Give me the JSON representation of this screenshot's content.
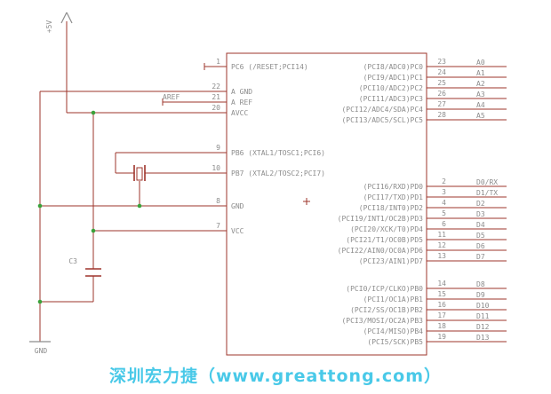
{
  "power": {
    "plus5v": "+5V",
    "gnd": "GND"
  },
  "nets": {
    "aref": "AREF"
  },
  "components": {
    "capacitor": "C3"
  },
  "colors": {
    "wire": "#9E342B",
    "text": "#8C8C8C",
    "junction": "#3AA23A",
    "watermark": "#49C9E8"
  },
  "ic": {
    "left_pins": [
      {
        "number": "1",
        "name": "PC6 (/RESET;PCI14)"
      },
      {
        "number": "22",
        "name": "A GND"
      },
      {
        "number": "21",
        "name": "A REF"
      },
      {
        "number": "20",
        "name": "AVCC"
      },
      {
        "number": "9",
        "name": "PB6 (XTAL1/TOSC1;PCI6)"
      },
      {
        "number": "10",
        "name": "PB7 (XTAL2/TOSC2;PCI7)"
      },
      {
        "number": "8",
        "name": "GND"
      },
      {
        "number": "7",
        "name": "VCC"
      }
    ],
    "right_pins": [
      {
        "number": "23",
        "name": "(PCI8/ADC0)PC0",
        "net": "A0"
      },
      {
        "number": "24",
        "name": "(PCI9/ADC1)PC1",
        "net": "A1"
      },
      {
        "number": "25",
        "name": "(PCI10/ADC2)PC2",
        "net": "A2"
      },
      {
        "number": "26",
        "name": "(PCI11/ADC3)PC3",
        "net": "A3"
      },
      {
        "number": "27",
        "name": "(PCI12/ADC4/SDA)PC4",
        "net": "A4"
      },
      {
        "number": "28",
        "name": "(PCI13/ADC5/SCL)PC5",
        "net": "A5"
      },
      {
        "number": "2",
        "name": "(PCI16/RXD)PD0",
        "net": "D0/RX"
      },
      {
        "number": "3",
        "name": "(PCI17/TXD)PD1",
        "net": "D1/TX"
      },
      {
        "number": "4",
        "name": "(PCI18/INT0)PD2",
        "net": "D2"
      },
      {
        "number": "5",
        "name": "(PCI19/INT1/OC2B)PD3",
        "net": "D3"
      },
      {
        "number": "6",
        "name": "(PCI20/XCK/T0)PD4",
        "net": "D4"
      },
      {
        "number": "11",
        "name": "(PCI21/T1/OC0B)PD5",
        "net": "D5"
      },
      {
        "number": "12",
        "name": "(PCI22/AIN0/OC0A)PD6",
        "net": "D6"
      },
      {
        "number": "13",
        "name": "(PCI23/AIN1)PD7",
        "net": "D7"
      },
      {
        "number": "14",
        "name": "(PCI0/ICP/CLKO)PB0",
        "net": "D8"
      },
      {
        "number": "15",
        "name": "(PCI1/OC1A)PB1",
        "net": "D9"
      },
      {
        "number": "16",
        "name": "(PCI2/SS/OC1B)PB2",
        "net": "D10"
      },
      {
        "number": "17",
        "name": "(PCI3/MOSI/OC2A)PB3",
        "net": "D11"
      },
      {
        "number": "18",
        "name": "(PCI4/MISO)PB4",
        "net": "D12"
      },
      {
        "number": "19",
        "name": "(PCI5/SCK)PB5",
        "net": "D13"
      }
    ]
  },
  "watermark": {
    "text": "深圳宏力捷（www.greattong.com）"
  }
}
